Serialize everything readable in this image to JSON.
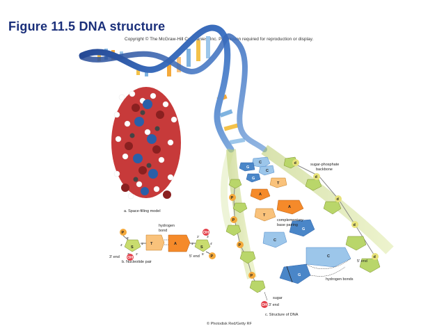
{
  "title": "Figure 11.5  DNA structure",
  "copyright": "Copyright © The McGraw-Hill Companies, Inc. Permission required for reproduction or display.",
  "credit": "© Photodisk Red/Getty RF",
  "panel_a": {
    "caption": "a. Space-filling model"
  },
  "panel_b": {
    "caption": "b. Nucleotide pair",
    "hydrogen_bond": [
      "hydrogen",
      "bond"
    ],
    "left": {
      "phosphate": "P",
      "sugar": "S",
      "base": "T",
      "hydroxyl": "OH",
      "end_label": "3′ end",
      "c5": "5′",
      "c4": "4′",
      "c3": "3′",
      "c2": "2′",
      "c1": "1′"
    },
    "right": {
      "phosphate": "P",
      "sugar": "S",
      "base": "A",
      "hydroxyl": "OH",
      "end_label": "5′ end",
      "c1": "1′",
      "c2": "2′",
      "c3": "3′",
      "c4": "4′",
      "c5": "5′"
    }
  },
  "panel_c": {
    "caption": "c. Structure of DNA",
    "backbone_label": [
      "sugar-phosphate",
      "backbone"
    ],
    "pairing_label": [
      "complementary",
      "base pairing"
    ],
    "hbonds_label": "hydrogen bonds",
    "sugar_label": "sugar",
    "bottom_oh": "OH",
    "bottom_end": "3′ end",
    "right_end": "5′ end",
    "phosphate": "P",
    "deoxyribose": "d",
    "bases": [
      "C",
      "G",
      "G",
      "C",
      "T",
      "A",
      "A",
      "T",
      "G",
      "C",
      "C",
      "G"
    ]
  },
  "colors": {
    "title": "#1a2f7a",
    "backbone_green": "#b9d66a",
    "phosphate_orange": "#f4a93b",
    "sugar_yellow": "#e7e27a",
    "base_blue": "#4a86c8",
    "base_lightblue": "#9cc6ea",
    "base_orange": "#f58a2a",
    "base_lightorange": "#f9c27b",
    "oh_red": "#e4404a"
  }
}
